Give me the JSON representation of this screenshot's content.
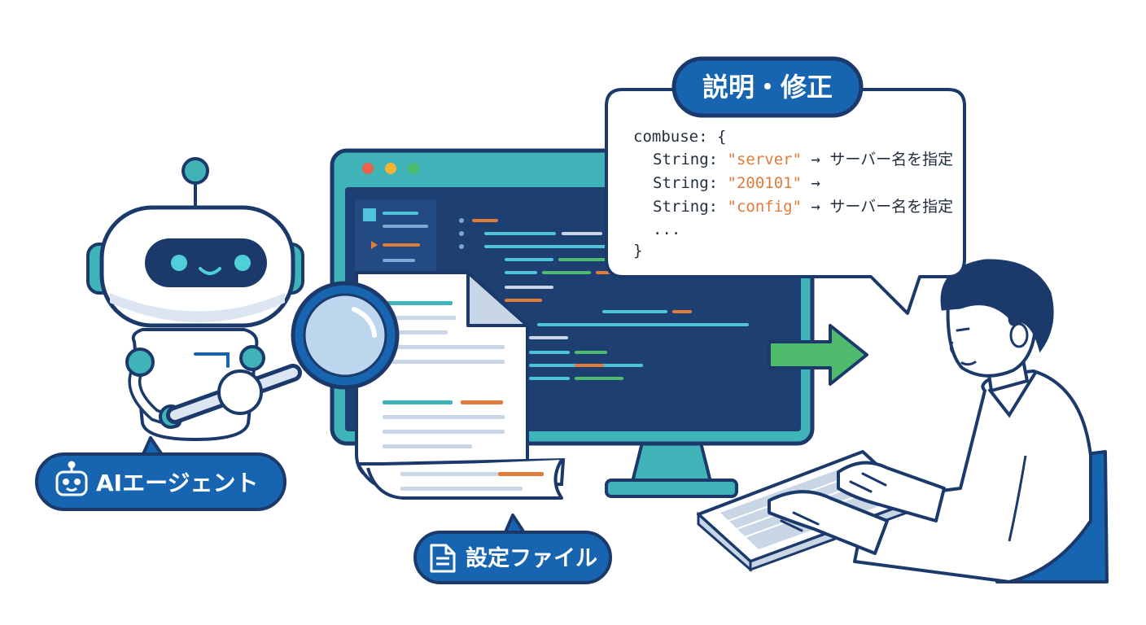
{
  "labels": {
    "ai_agent": "AIエージェント",
    "config_file": "設定ファイル",
    "explain_fix": "説明・修正"
  },
  "code": {
    "line1": "combuse: {",
    "line2_key": "String: ",
    "line2_str": "\"server\"",
    "line2_rest": " → サーバー名を指定",
    "line3_key": "String: ",
    "line3_str": "\"200101\"",
    "line3_rest": " →",
    "line4_key": "String: ",
    "line4_str": "\"config\"",
    "line4_rest": " → サーバー名を指定",
    "line5": "...",
    "line6": "}"
  },
  "colors": {
    "navy": "#1b3a6b",
    "teal": "#3fb3b8",
    "blue": "#1764b0",
    "orange": "#e07b39",
    "green": "#4dbb6b",
    "screen": "#1d3f72"
  },
  "icons": [
    "robot-icon",
    "magnifier-icon",
    "document-icon",
    "arrow-right-icon"
  ]
}
